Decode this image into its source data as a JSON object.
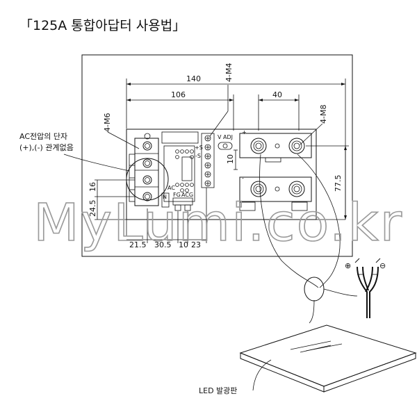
{
  "title": "「125A 통합아답터 사용법」",
  "watermark": "MyLumi.co.kr",
  "dimensions": {
    "d140": "140",
    "d106": "106",
    "d40": "40",
    "d10": "10",
    "d77_5": "77.5",
    "d16": "16",
    "d24_5": "24.5",
    "d21_5": "21.5",
    "d30_5": "30.5",
    "d10b": "10",
    "d23": "23"
  },
  "callouts": {
    "m4": "4-M4",
    "m6": "4-M6",
    "m8": "4-M8",
    "ac_line1": "AC전압의 단자",
    "ac_line2": "(+),(-) 관계없음",
    "led_panel": "LED 발광판"
  },
  "terminals": {
    "v_adj": "V ADJ",
    "plus_s": "+S",
    "minus_s": "-S",
    "ac": "AC",
    "n": "N",
    "fg": "FG",
    "acg": "ACG",
    "plus": "+",
    "minus": "-",
    "wire_plus": "⊕",
    "wire_minus": "⊖"
  }
}
